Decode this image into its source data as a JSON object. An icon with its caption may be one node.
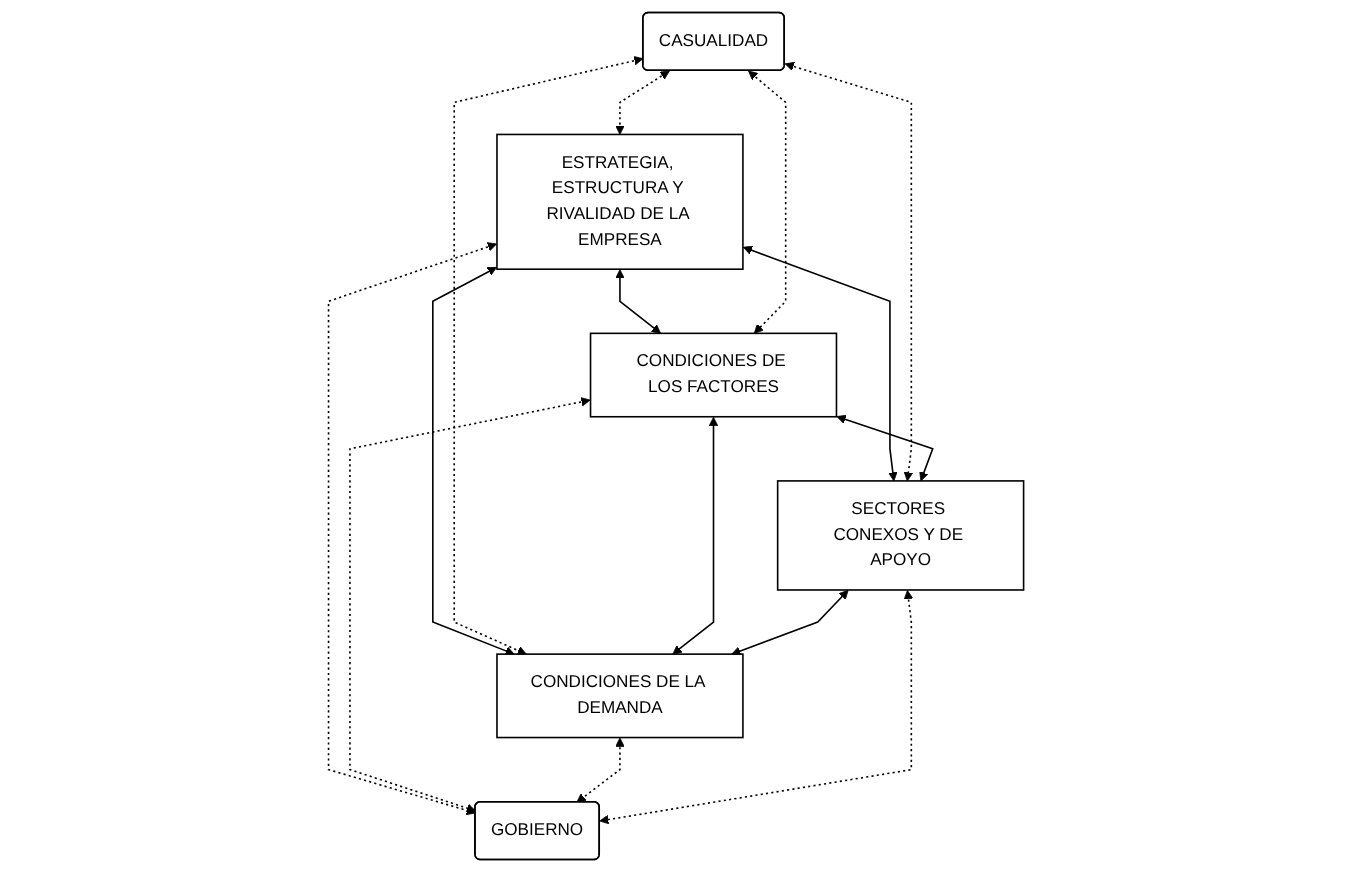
{
  "diagram": {
    "nodes": [
      {
        "text": [
          "CASUALIDAD"
        ]
      },
      {
        "text": [
          "ESTRATEGIA, ESTRUCTURA Y RIVALIDAD DE LA EMPRESA"
        ]
      },
      {
        "text": [
          "CONDICIONES DE LOS FACTORES"
        ]
      },
      {
        "text": [
          "CONDICIONES DE LA DEMANDA"
        ]
      },
      {
        "text": [
          "SECTORES CONEXOS Y DE APOYO"
        ]
      },
      {
        "text": [
          "GOBIERNO"
        ]
      }
    ],
    "edges": [
      {
        "from": 0,
        "to": 1,
        "arrow": "both",
        "style": "dashed"
      },
      {
        "from": 1,
        "to": 2,
        "arrow": "both"
      },
      {
        "from": 1,
        "to": 3,
        "arrow": "both"
      },
      {
        "from": 0,
        "to": 2,
        "arrow": "both",
        "style": "dashed"
      },
      {
        "from": 0,
        "to": 3,
        "arrow": "both",
        "style": "dashed"
      },
      {
        "from": 2,
        "to": 3,
        "arrow": "both"
      },
      {
        "from": 1,
        "to": 4,
        "arrow": "both"
      },
      {
        "from": 0,
        "to": 4,
        "arrow": "both",
        "style": "dashed"
      },
      {
        "from": 1,
        "to": 5,
        "arrow": "both",
        "style": "dashed"
      },
      {
        "from": 2,
        "to": 5,
        "arrow": "both",
        "style": "dashed"
      },
      {
        "from": 3,
        "to": 5,
        "arrow": "both",
        "style": "dashed"
      },
      {
        "from": 2,
        "to": 4,
        "arrow": "both"
      },
      {
        "from": 4,
        "to": 3,
        "arrow": "both"
      },
      {
        "from": 4,
        "to": 5,
        "arrow": "both",
        "style": "dashed"
      }
    ]
  }
}
